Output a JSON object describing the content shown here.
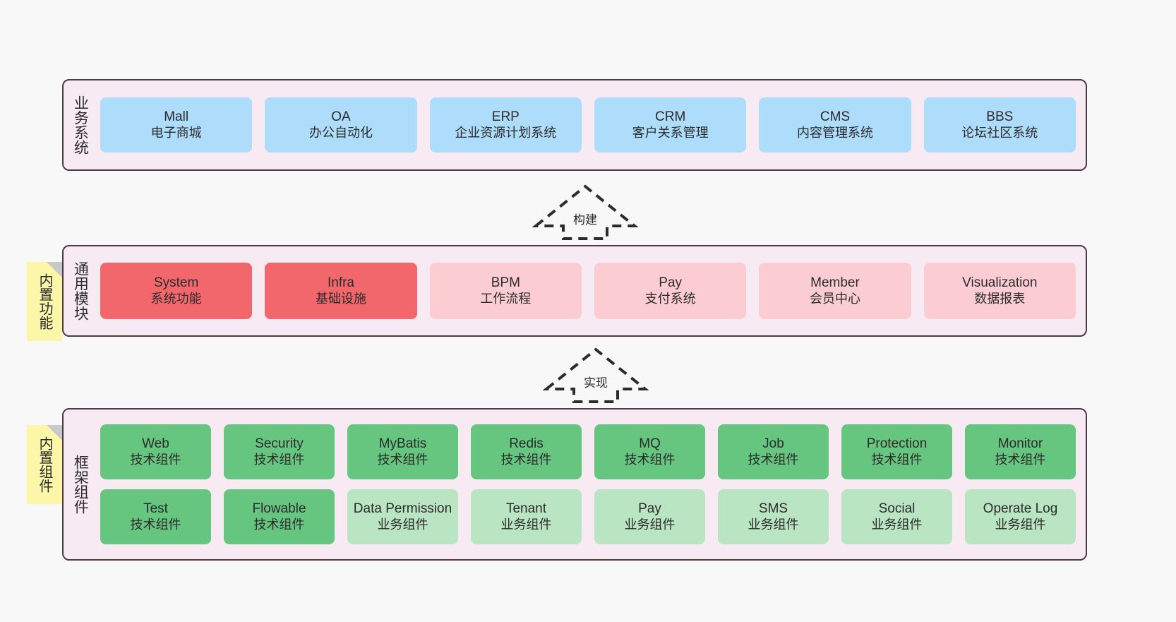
{
  "layers": {
    "business": {
      "title": "业务系统",
      "items": [
        {
          "en": "Mall",
          "cn": "电子商城"
        },
        {
          "en": "OA",
          "cn": "办公自动化"
        },
        {
          "en": "ERP",
          "cn": "企业资源计划系统"
        },
        {
          "en": "CRM",
          "cn": "客户关系管理"
        },
        {
          "en": "CMS",
          "cn": "内容管理系统"
        },
        {
          "en": "BBS",
          "cn": "论坛社区系统"
        }
      ]
    },
    "modules": {
      "title": "通用模块",
      "items": [
        {
          "en": "System",
          "cn": "系统功能"
        },
        {
          "en": "Infra",
          "cn": "基础设施"
        },
        {
          "en": "BPM",
          "cn": "工作流程"
        },
        {
          "en": "Pay",
          "cn": "支付系统"
        },
        {
          "en": "Member",
          "cn": "会员中心"
        },
        {
          "en": "Visualization",
          "cn": "数据报表"
        }
      ]
    },
    "framework": {
      "title": "框架组件",
      "row_tech": [
        {
          "en": "Web",
          "cn": "技术组件"
        },
        {
          "en": "Security",
          "cn": "技术组件"
        },
        {
          "en": "MyBatis",
          "cn": "技术组件"
        },
        {
          "en": "Redis",
          "cn": "技术组件"
        },
        {
          "en": "MQ",
          "cn": "技术组件"
        },
        {
          "en": "Job",
          "cn": "技术组件"
        },
        {
          "en": "Protection",
          "cn": "技术组件"
        },
        {
          "en": "Monitor",
          "cn": "技术组件"
        }
      ],
      "row_business": [
        {
          "en": "Test",
          "cn": "技术组件"
        },
        {
          "en": "Flowable",
          "cn": "技术组件"
        },
        {
          "en": "Data Permission",
          "cn": "业务组件"
        },
        {
          "en": "Tenant",
          "cn": "业务组件"
        },
        {
          "en": "Pay",
          "cn": "业务组件"
        },
        {
          "en": "SMS",
          "cn": "业务组件"
        },
        {
          "en": "Social",
          "cn": "业务组件"
        },
        {
          "en": "Operate Log",
          "cn": "业务组件"
        }
      ]
    }
  },
  "notes": {
    "functions": "内置功能",
    "components": "内置组件"
  },
  "arrows": {
    "build": "构建",
    "implement": "实现"
  },
  "colors": {
    "business_box": "#aedcfb",
    "module_core": "#f2676c",
    "module_optional": "#fbcdd3",
    "tech_component": "#66c680",
    "business_component": "#b9e5c3",
    "layer_background": "#f7eaf3",
    "layer_border": "#4a3b45",
    "note_background": "#fcf7a8",
    "canvas_background": "#f8f8f8"
  }
}
